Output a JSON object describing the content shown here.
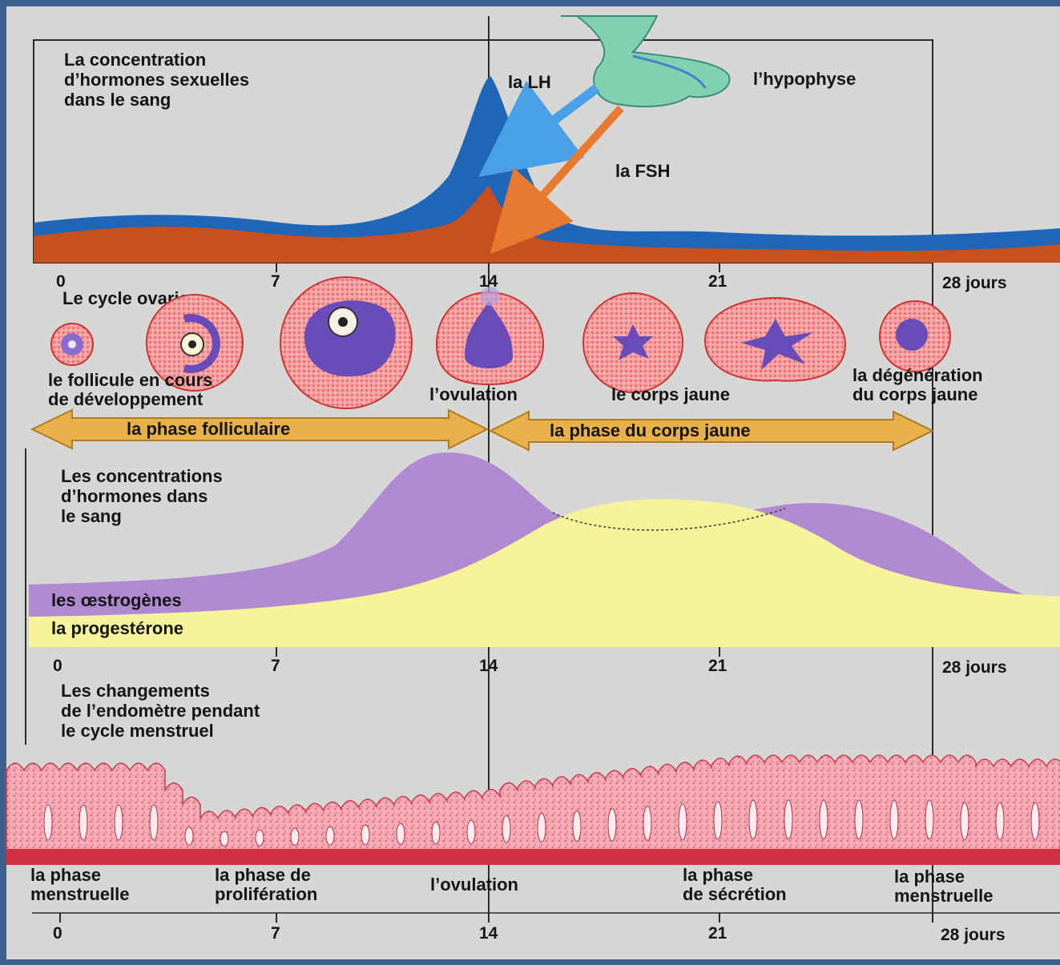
{
  "colors": {
    "frame": "#3f5f8f",
    "paper": "#d6d7d5",
    "lh_blue": "#1f66b8",
    "fsh_orange": "#c8501e",
    "estrogen_purple": "#b08ad0",
    "progesterone_yellow": "#f6f39a",
    "phase_arrow": "#e0a63a",
    "endometrium_pink": "#f0a0ac",
    "base_red": "#d03040",
    "follicle_red": "#e04040",
    "follicle_purple": "#6a4cb8"
  },
  "top": {
    "title_lines": [
      "La concentration",
      "d’hormones sexuelles",
      "dans le sang"
    ],
    "lh_label": "la LH",
    "fsh_label": "la FSH",
    "hypophyse_label": "l’hypophyse"
  },
  "days": {
    "ticks": [
      "0",
      "7",
      "14",
      "21",
      "28 jours"
    ]
  },
  "ovarian": {
    "title": "Le cycle ovarien",
    "follicle_label_lines": [
      "le follicule en cours",
      "de développement"
    ],
    "ovulation_label": "l’ovulation",
    "corps_jaune_label": "le corps jaune",
    "degeneration_label_lines": [
      "la dégénération",
      "du corps jaune"
    ],
    "phase_follicular": "la phase folliculaire",
    "phase_luteal": "la phase du corps jaune"
  },
  "blood": {
    "title_lines": [
      "Les concentrations",
      "d’hormones dans",
      "le sang"
    ],
    "estrogen_label": "les œstrogènes",
    "progesterone_label": "la progestérone"
  },
  "endometrium": {
    "title_lines": [
      "Les changements",
      "de l’endomètre pendant",
      "le cycle menstruel"
    ],
    "phases": [
      [
        "la phase",
        "menstruelle"
      ],
      [
        "la phase de",
        "prolifération"
      ],
      [
        "l’ovulation"
      ],
      [
        "la phase",
        "de sécrétion"
      ],
      [
        "la phase",
        "menstruelle"
      ]
    ]
  }
}
